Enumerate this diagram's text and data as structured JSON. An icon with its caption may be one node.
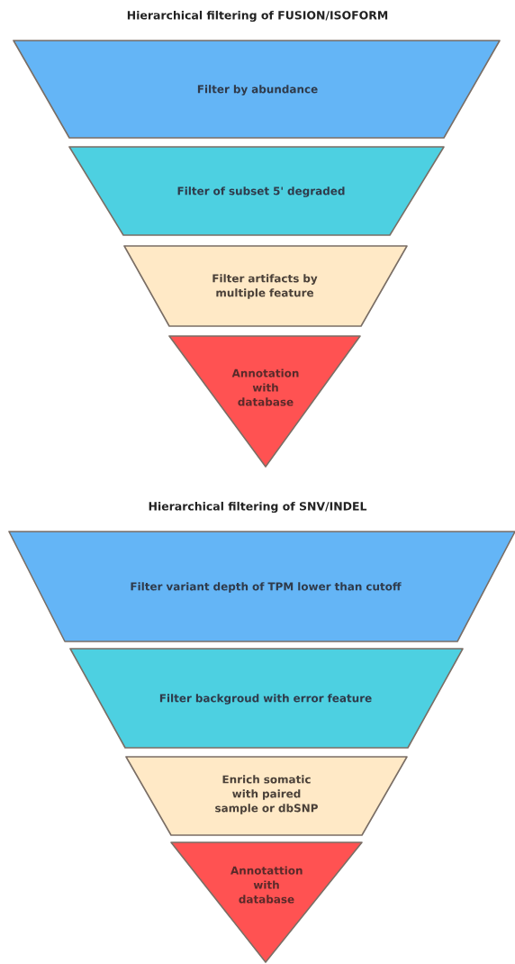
{
  "diagram": {
    "nodes": [
      {
        "text": [
          "Filter by abundance"
        ]
      },
      {
        "text": [
          "Filter of subset 5' degraded"
        ]
      },
      {
        "text": [
          "Filter artifacts by multiple feature"
        ]
      },
      {
        "text": [
          "Annotation with database"
        ]
      },
      {
        "text": [
          "Filter variant depth of TPM lower than cutoff"
        ]
      },
      {
        "text": [
          "Filter backgroud with error feature"
        ]
      },
      {
        "text": [
          "Enrich somatic with paired sample or dbSNP"
        ]
      },
      {
        "text": [
          "Annotattion with database"
        ]
      }
    ],
    "labels": [
      "Hierarchical filtering of FUSION/ISOFORM",
      "Hierarchical filtering of SNV/INDEL"
    ]
  }
}
